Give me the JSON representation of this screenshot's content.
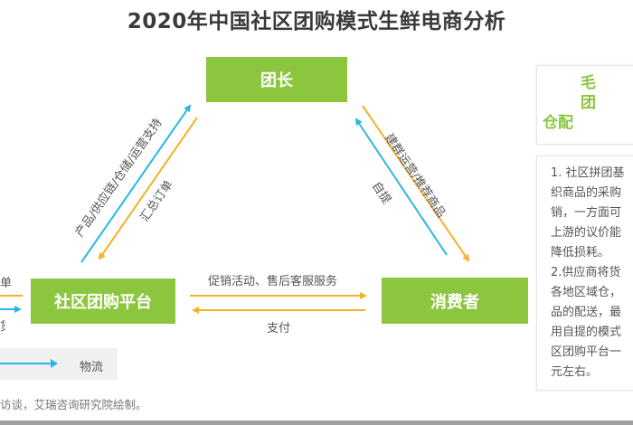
{
  "title": "2020年中国社区团购模式生鲜电商分析",
  "colors": {
    "node_green": "#8cc63f",
    "info_flow_blue": "#29b6e6",
    "money_flow_orange": "#f5b12a",
    "text_gray": "#555555"
  },
  "nodes": {
    "leader": "团长",
    "platform": "社区团购平台",
    "consumer": "消费者"
  },
  "edges": {
    "platform_to_leader": "产品/供应链/仓储/运营支持",
    "leader_to_platform": "汇总订单",
    "leader_to_consumer": "建群运营/推荐商品",
    "consumer_to_leader": "自提",
    "platform_to_consumer": "促销活动、售后客服服务",
    "consumer_to_platform": "支付"
  },
  "left_edge_fragments": {
    "upper": "单",
    "lower": "货"
  },
  "legend": {
    "logistics_label": "物流"
  },
  "side_panel": {
    "header_lines": [
      "毛",
      "团",
      "仓配"
    ],
    "body_lines": [
      "1. 社区拼团基",
      "织商品的采购",
      "销，一方面可",
      "上游的议价能",
      "降低损耗。",
      "2.供应商将货",
      "各地区域仓，",
      "品的配送，最",
      "用自提的模式",
      "区团购平台一",
      "元左右。"
    ]
  },
  "source": "访谈，艾瑞咨询研究院绘制。"
}
